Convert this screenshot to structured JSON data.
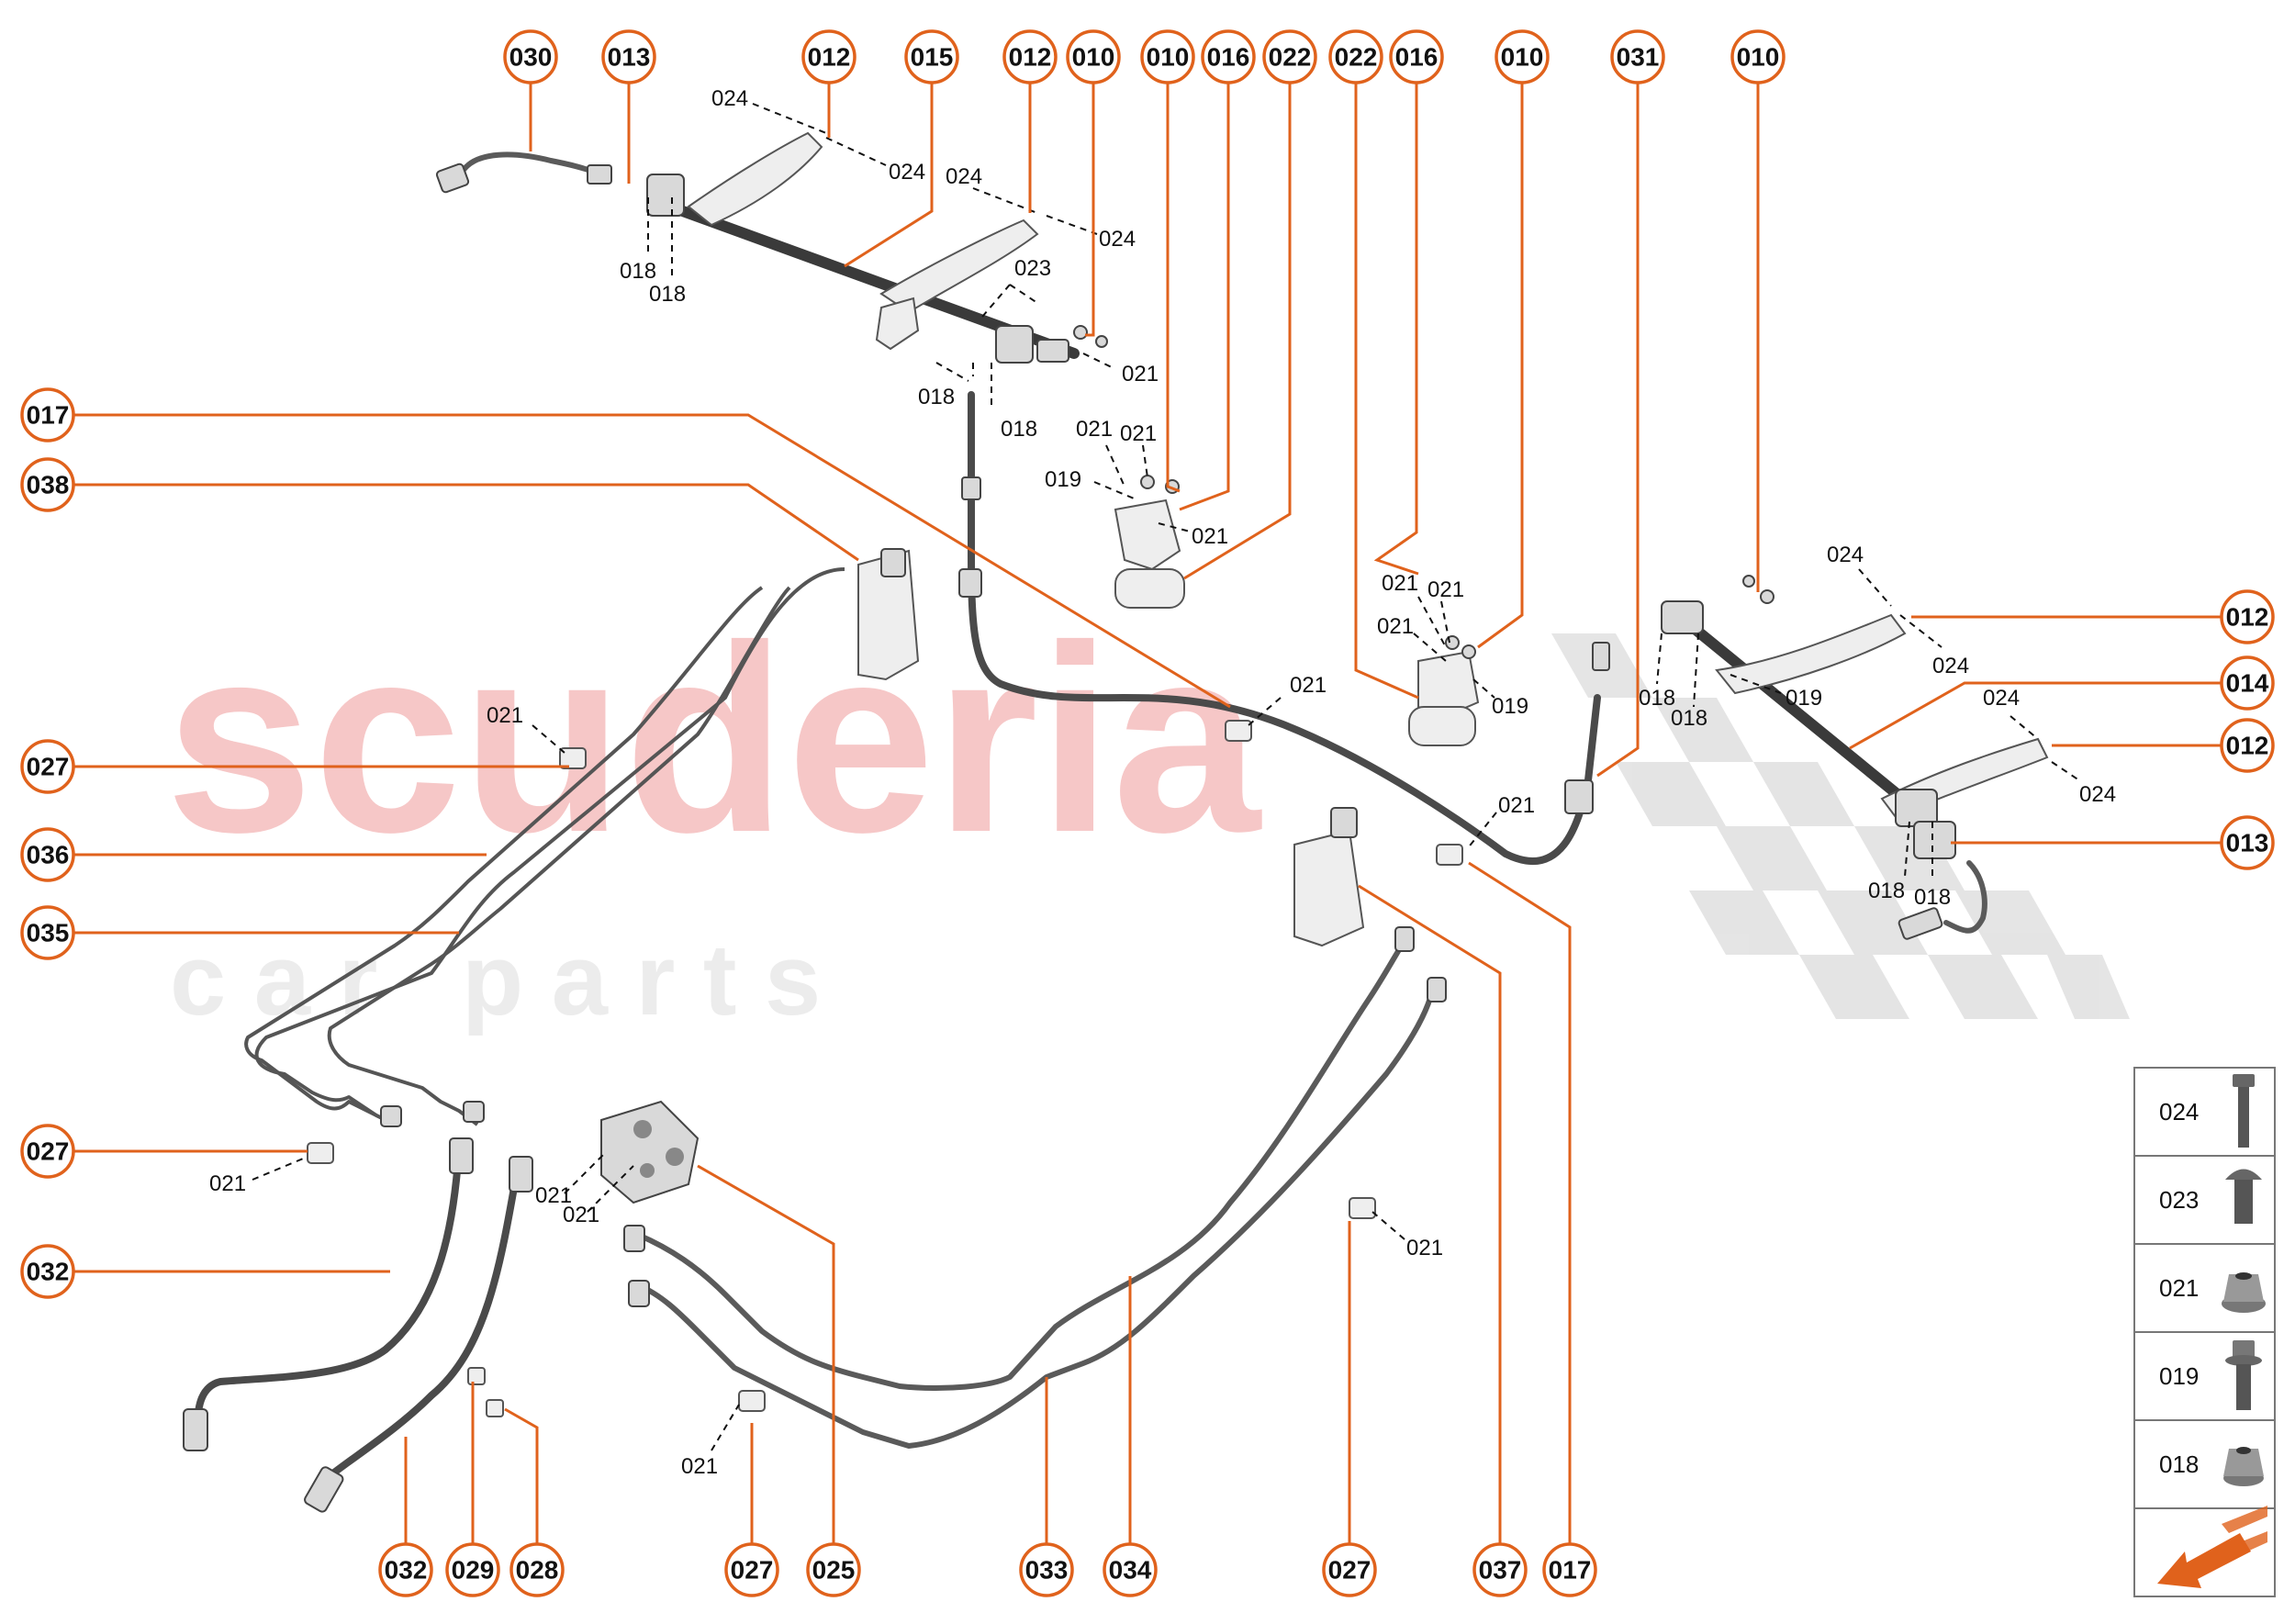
{
  "watermark": {
    "brand": "scuderia",
    "subtitle": "c a r   p a r t s"
  },
  "callouts": {
    "top": [
      "030",
      "013",
      "012",
      "015",
      "012",
      "010",
      "010",
      "016",
      "022",
      "022",
      "016",
      "010",
      "031",
      "010"
    ],
    "left": [
      "017",
      "038",
      "027",
      "036",
      "035",
      "027",
      "032"
    ],
    "right": [
      "012",
      "014",
      "012",
      "013"
    ],
    "bottom": [
      "032",
      "029",
      "028",
      "027",
      "025",
      "033",
      "034",
      "027",
      "037",
      "017"
    ]
  },
  "labels": {
    "l024a": "024",
    "l024b": "024",
    "l024c": "024",
    "l024d": "024",
    "l018a": "018",
    "l018b": "018",
    "l023": "023",
    "l021a": "021",
    "l018c": "018",
    "l018d": "018",
    "l021b": "021",
    "l021c": "021",
    "l019a": "019",
    "l021d": "021",
    "l021e": "021",
    "l021f": "021",
    "l021g": "021",
    "l019b": "019",
    "l021h": "021",
    "l021i": "021",
    "l021j": "021",
    "l021k": "021",
    "l021l": "021",
    "l021m": "021",
    "l021n": "021",
    "l021o": "021",
    "l024e": "024",
    "l024f": "024",
    "l024g": "024",
    "l024h": "024",
    "l018e": "018",
    "l018f": "018",
    "l019c": "019",
    "l018g": "018",
    "l018h": "018"
  },
  "legend": [
    {
      "code": "024",
      "icon": "long-bolt-icon"
    },
    {
      "code": "023",
      "icon": "short-bolt-icon"
    },
    {
      "code": "021",
      "icon": "flange-nut-icon"
    },
    {
      "code": "019",
      "icon": "flange-bolt-icon"
    },
    {
      "code": "018",
      "icon": "nut-icon"
    }
  ],
  "colors": {
    "accent": "#e0621c",
    "watermark": "#f6c7c7"
  }
}
